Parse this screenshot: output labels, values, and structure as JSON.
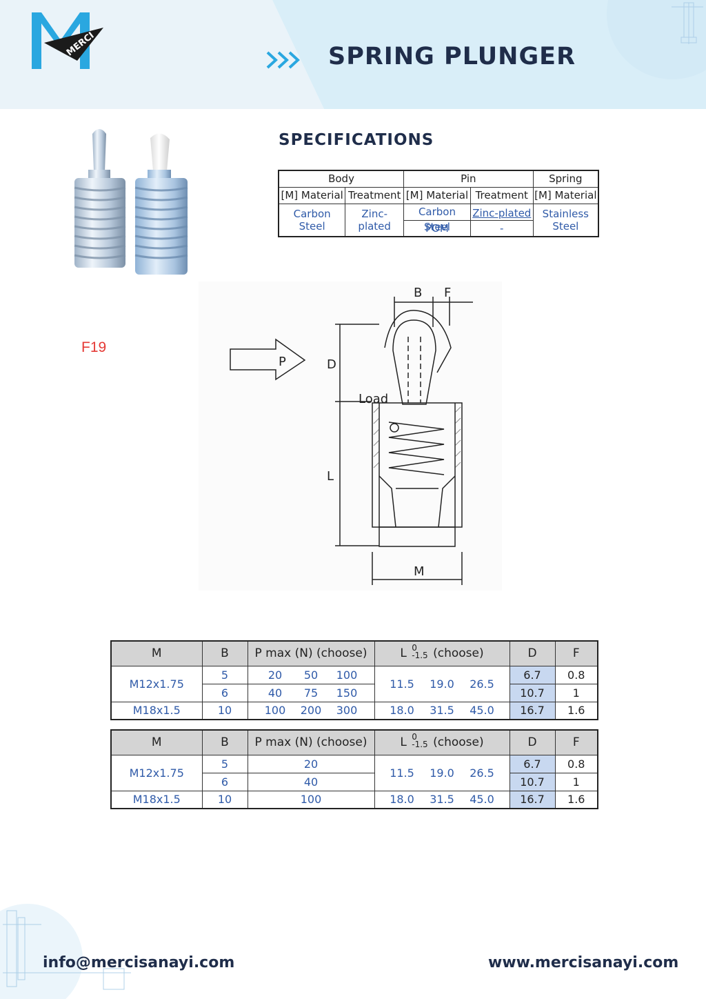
{
  "brand": {
    "logo_text": "MERCI",
    "primary": "#1f2d4a",
    "accent": "#2aa7e0"
  },
  "header": {
    "title": "SPRING PLUNGER"
  },
  "product": {
    "code": "F19"
  },
  "specs": {
    "heading": "SPECIFICATIONS",
    "groups": [
      "Body",
      "Pin",
      "Spring"
    ],
    "sub_headers": [
      "[M] Material",
      "Treatment",
      "[M] Material",
      "Treatment",
      "[M] Material"
    ],
    "body_material": "Carbon Steel",
    "body_treatment": "Zinc-plated",
    "pin_material_1": "Carbon Steel",
    "pin_treatment_1": "Zinc-plated",
    "pin_material_2": "POM",
    "pin_treatment_2": "-",
    "spring_material": "Stainless Steel"
  },
  "diagram": {
    "labels": {
      "B": "B",
      "F": "F",
      "P": "P",
      "D": "D",
      "load": "Load",
      "L": "L",
      "M": "M"
    }
  },
  "tables": [
    {
      "headers": {
        "m": "M",
        "b": "B",
        "p": "P max (N) (choose)",
        "l_prefix": "L",
        "l_tol_upper": "0",
        "l_tol_lower": "-1.5",
        "l_suffix": "(choose)",
        "d": "D",
        "f": "F"
      },
      "rows": [
        {
          "m": "M12x1.75",
          "b": "5",
          "p": [
            "20",
            "50",
            "100"
          ],
          "l": [
            "11.5",
            "19.0",
            "26.5"
          ],
          "d": "6.7",
          "f": "0.8"
        },
        {
          "m": "",
          "b": "6",
          "p": [
            "40",
            "75",
            "150"
          ],
          "l": [],
          "d": "10.7",
          "f": "1"
        },
        {
          "m": "M18x1.5",
          "b": "10",
          "p": [
            "100",
            "200",
            "300"
          ],
          "l": [
            "18.0",
            "31.5",
            "45.0"
          ],
          "d": "16.7",
          "f": "1.6"
        }
      ]
    },
    {
      "headers": {
        "m": "M",
        "b": "B",
        "p": "P max (N) (choose)",
        "l_prefix": "L",
        "l_tol_upper": "0",
        "l_tol_lower": "-1.5",
        "l_suffix": "(choose)",
        "d": "D",
        "f": "F"
      },
      "rows": [
        {
          "m": "M12x1.75",
          "b": "5",
          "p": [
            "20"
          ],
          "l": [
            "11.5",
            "19.0",
            "26.5"
          ],
          "d": "6.7",
          "f": "0.8"
        },
        {
          "m": "",
          "b": "6",
          "p": [
            "40"
          ],
          "l": [],
          "d": "10.7",
          "f": "1"
        },
        {
          "m": "M18x1.5",
          "b": "10",
          "p": [
            "100"
          ],
          "l": [
            "18.0",
            "31.5",
            "45.0"
          ],
          "d": "16.7",
          "f": "1.6"
        }
      ]
    }
  ],
  "footer": {
    "email": "info@mercisanayi.com",
    "website": "www.mercisanayi.com"
  }
}
